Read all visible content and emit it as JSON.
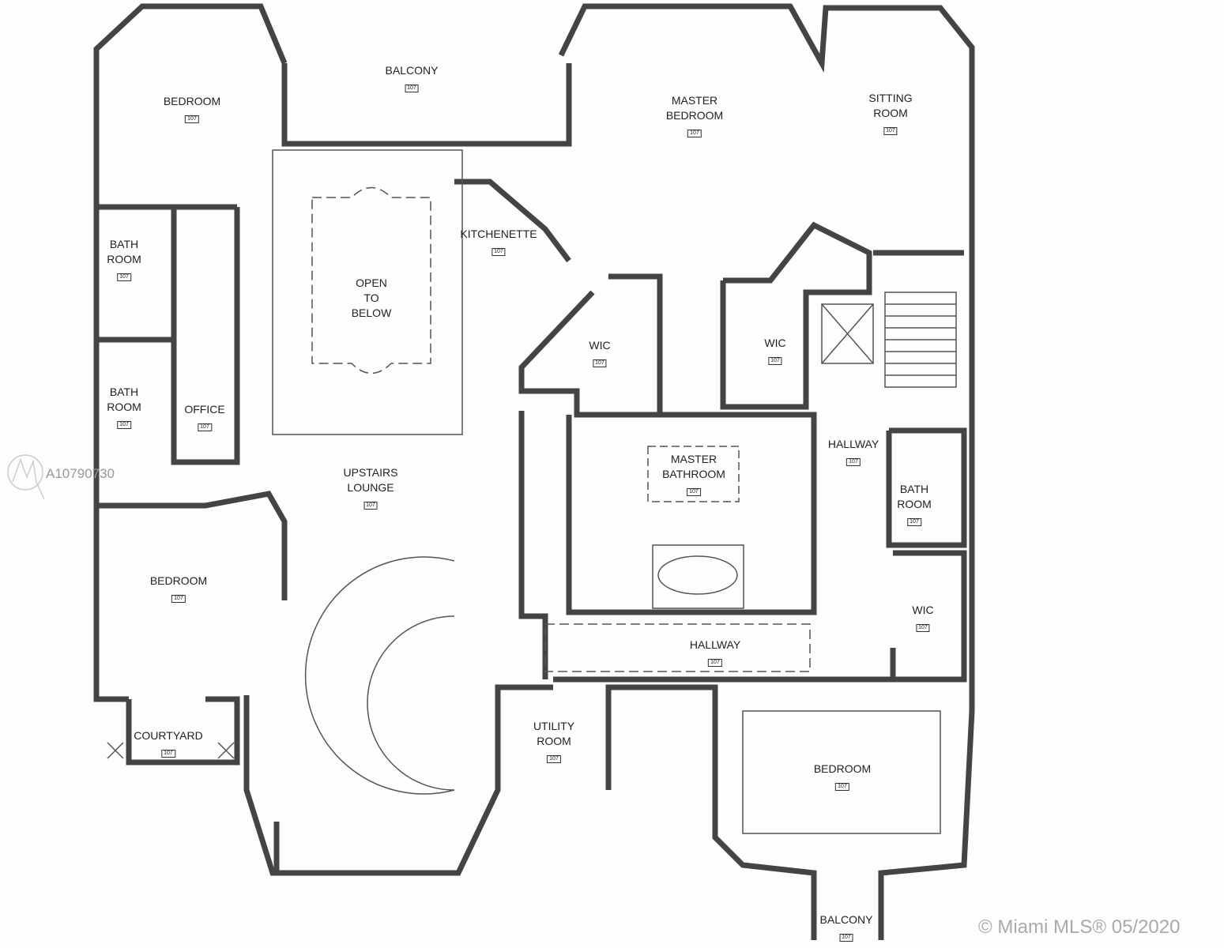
{
  "rooms": [
    {
      "name": "BALCONY",
      "num": "107"
    },
    {
      "name": "BEDROOM",
      "num": "107"
    },
    {
      "name": "MASTER\nBEDROOM",
      "num": "107"
    },
    {
      "name": "SITTING\nROOM",
      "num": "107"
    },
    {
      "name": "BATH\nROOM",
      "num": "107"
    },
    {
      "name": "KITCHENETTE",
      "num": "107"
    },
    {
      "name": "OPEN\nTO\nBELOW",
      "num": ""
    },
    {
      "name": "WIC",
      "num": "107"
    },
    {
      "name": "WIC",
      "num": "107"
    },
    {
      "name": "BATH\nROOM",
      "num": "107"
    },
    {
      "name": "OFFICE",
      "num": "107"
    },
    {
      "name": "MASTER\nBATHROOM",
      "num": "107"
    },
    {
      "name": "HALLWAY",
      "num": "107"
    },
    {
      "name": "UPSTAIRS\nLOUNGE",
      "num": "107"
    },
    {
      "name": "BATH\nROOM",
      "num": "107"
    },
    {
      "name": "BEDROOM",
      "num": "107"
    },
    {
      "name": "WIC",
      "num": "107"
    },
    {
      "name": "HALLWAY",
      "num": "107"
    },
    {
      "name": "UTILITY\nROOM",
      "num": "107"
    },
    {
      "name": "COURTYARD",
      "num": "107"
    },
    {
      "name": "BEDROOM",
      "num": "107"
    },
    {
      "name": "BALCONY",
      "num": "107"
    }
  ],
  "watermark": {
    "listing_id": "A10790730",
    "copyright": "© Miami MLS® 05/2020"
  }
}
